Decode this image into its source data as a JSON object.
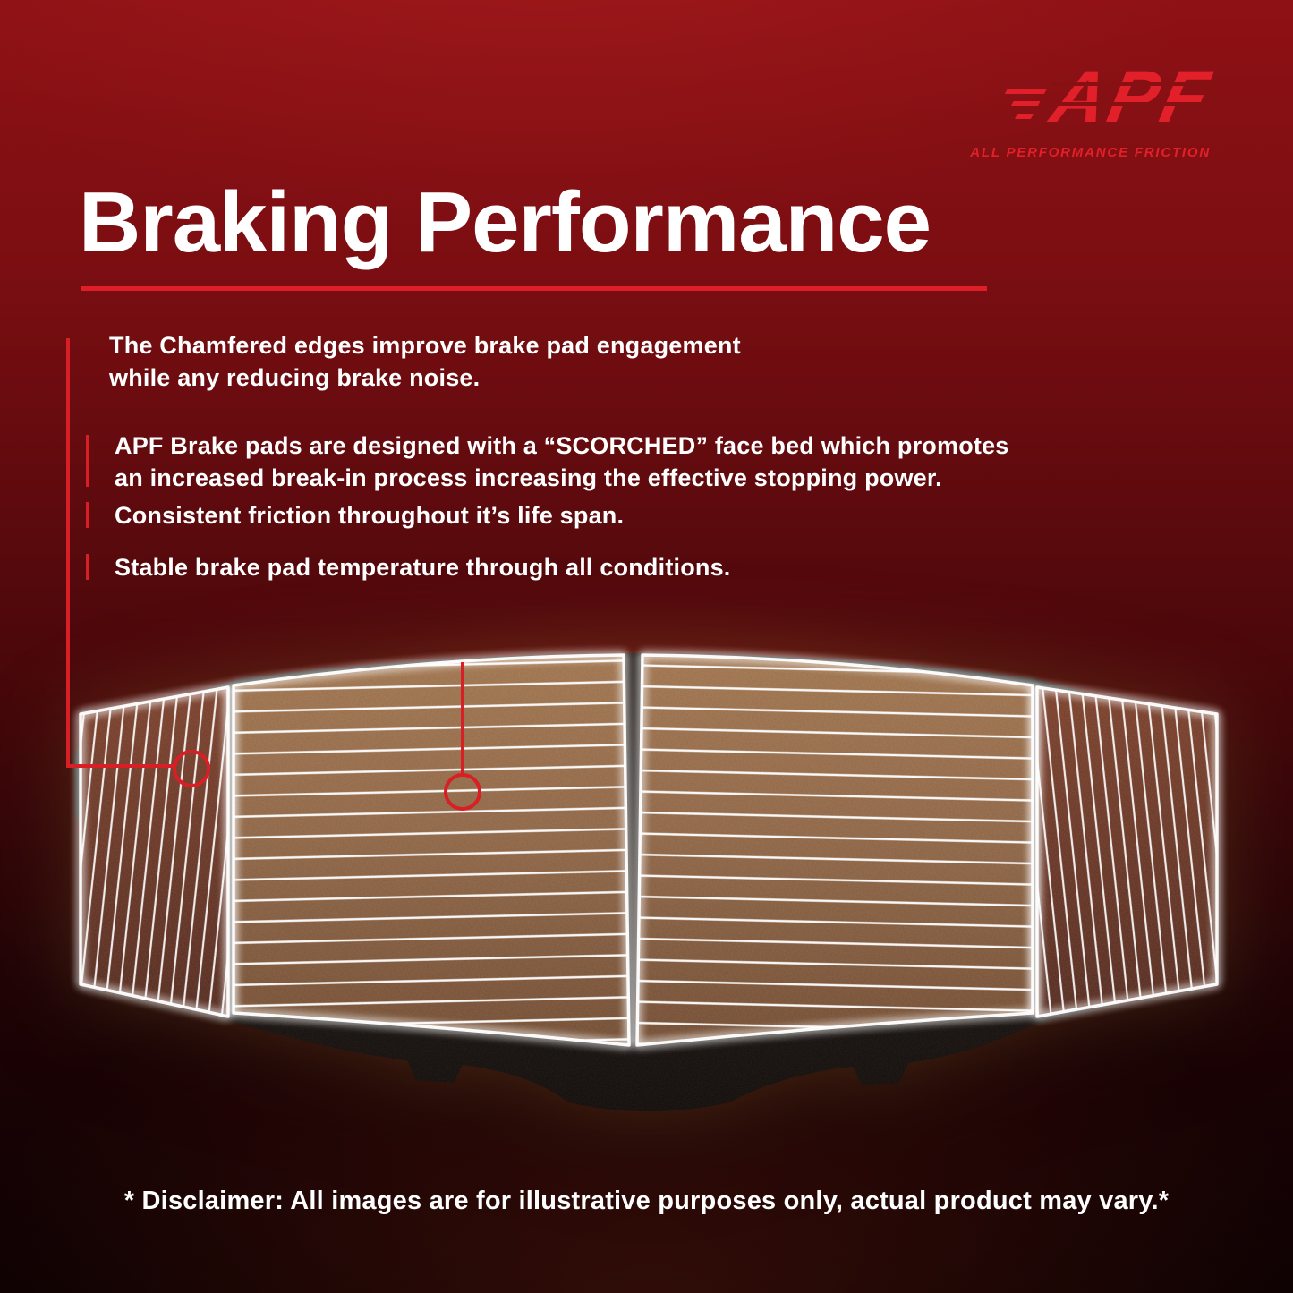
{
  "logo": {
    "brand": "APF",
    "tagline": "ALL PERFORMANCE FRICTION"
  },
  "header": {
    "title": "Braking Performance"
  },
  "bullets": [
    {
      "lines": [
        "The Chamfered edges improve brake pad engagement",
        "while any reducing brake noise."
      ]
    },
    {
      "lines": [
        "APF Brake pads are designed with a “SCORCHED” face bed which promotes",
        "an increased break-in process increasing the effective stopping power."
      ]
    },
    {
      "lines": [
        "Consistent friction throughout it’s life span."
      ]
    },
    {
      "lines": [
        "Stable brake pad temperature through all conditions."
      ]
    }
  ],
  "footer": {
    "disclaimer": "* Disclaimer: All images are for illustrative purposes only, actual product may vary.*"
  },
  "colors": {
    "accent_red": "#e01e27",
    "logo_red": "#e2202a",
    "callout_red": "#d81f26",
    "text_white": "#ffffff",
    "background_top": "#8e1115",
    "background_bottom": "#0c0102"
  }
}
